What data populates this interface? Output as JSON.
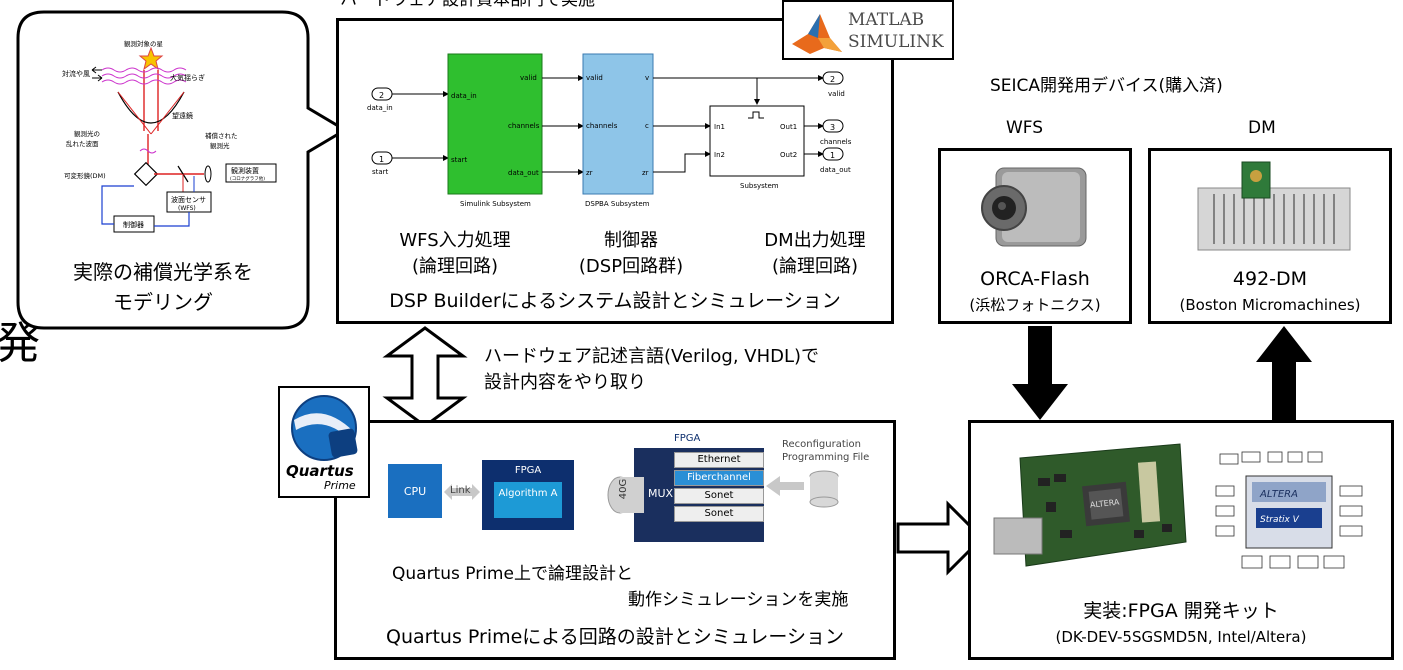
{
  "top_partial_caption": "ハードウェア設計資本部門で実施",
  "edge_char": "発",
  "optics": {
    "caption_line1": "実際の補償光学系を",
    "caption_line2": "モデリング",
    "labels": {
      "star": "観測対象の星",
      "wind": "対流や風",
      "turbulence": "大気揺らぎ",
      "telescope": "望遠鏡",
      "distorted": "観測光の",
      "distorted2": "乱れた波面",
      "dm": "可変形鏡(DM)",
      "corrected": "補償された",
      "corrected2": "観測光",
      "observer": "観測装置",
      "observer_sub": "(コロナグラフ他)",
      "wfs": "波面センサ",
      "wfs_sub": "(WFS)",
      "controller": "制御器"
    }
  },
  "matlab_logo": {
    "line1": "MATLAB",
    "line2": "SIMULINK"
  },
  "simulink": {
    "ports": {
      "in1_num": "2",
      "in1_name": "data_in",
      "in2_num": "1",
      "in2_name": "start",
      "out1_num": "2",
      "out1_name": "valid",
      "out2_num": "3",
      "out2_name": "channels",
      "out3_num": "1",
      "out3_name": "data_out"
    },
    "block1": {
      "p_in1": "data_in",
      "p_in2": "start",
      "p_out1": "valid",
      "p_out2": "channels",
      "p_out3": "data_out",
      "name": "Simulink Subsystem"
    },
    "block2": {
      "p_in1": "valid",
      "p_in2": "channels",
      "p_in3": "zr",
      "p_out1": "v",
      "p_out2": "c",
      "p_out3": "zr",
      "name": "DSPBA Subsystem"
    },
    "block3": {
      "p_in1": "In1",
      "p_in2": "In2",
      "p_out1": "Out1",
      "p_out2": "Out2",
      "name": "Subsystem"
    },
    "col1_line1": "WFS入力処理",
    "col1_line2": "(論理回路)",
    "col2_line1": "制御器",
    "col2_line2": "(DSP回路群)",
    "col3_line1": "DM出力処理",
    "col3_line2": "(論理回路)",
    "caption": "DSP Builderによるシステム設計とシミュレーション"
  },
  "exchange": {
    "line1": "ハードウェア記述言語(Verilog, VHDL)で",
    "line2": "設計内容をやり取り"
  },
  "quartus": {
    "logo_name": "Quartus",
    "logo_sub": "Prime",
    "cpu": "CPU",
    "link": "Link",
    "fpga": "FPGA",
    "algorithm": "Algorithm A",
    "fpga2": "FPGA",
    "mux": "MUX",
    "40g": "40G",
    "channels": [
      "Ethernet",
      "Fiberchannel",
      "Sonet",
      "Sonet"
    ],
    "reconf1": "Reconfiguration",
    "reconf2": "Programming File",
    "text1": "Quartus Prime上で論理設計と",
    "text2": "動作シミュレーションを実施",
    "caption": "Quartus Primeによる回路の設計とシミュレーション"
  },
  "seica": {
    "title": "SEICA開発用デバイス(購入済)",
    "wfs_label": "WFS",
    "dm_label": "DM",
    "wfs_device": "ORCA-Flash",
    "wfs_vendor": "(浜松フォトニクス)",
    "dm_device": "492-DM",
    "dm_vendor": "(Boston Micromachines)"
  },
  "fpga_kit": {
    "chip_brand": "ALTERA",
    "chip_model": "Stratix V",
    "caption_line1": "実装:FPGA 開発キット",
    "caption_line2": "(DK-DEV-5SGSMD5N, Intel/Altera)"
  },
  "colors": {
    "simulink_green": "#2fbf2f",
    "dspba_blue": "#8ec5e8",
    "quartus_blue": "#1a6fc0",
    "fpga_navy": "#0d2f6e",
    "algo_blue": "#1d9ad6",
    "fiber_blue": "#2a8fd6",
    "matlab_orange": "#e86a1c"
  }
}
